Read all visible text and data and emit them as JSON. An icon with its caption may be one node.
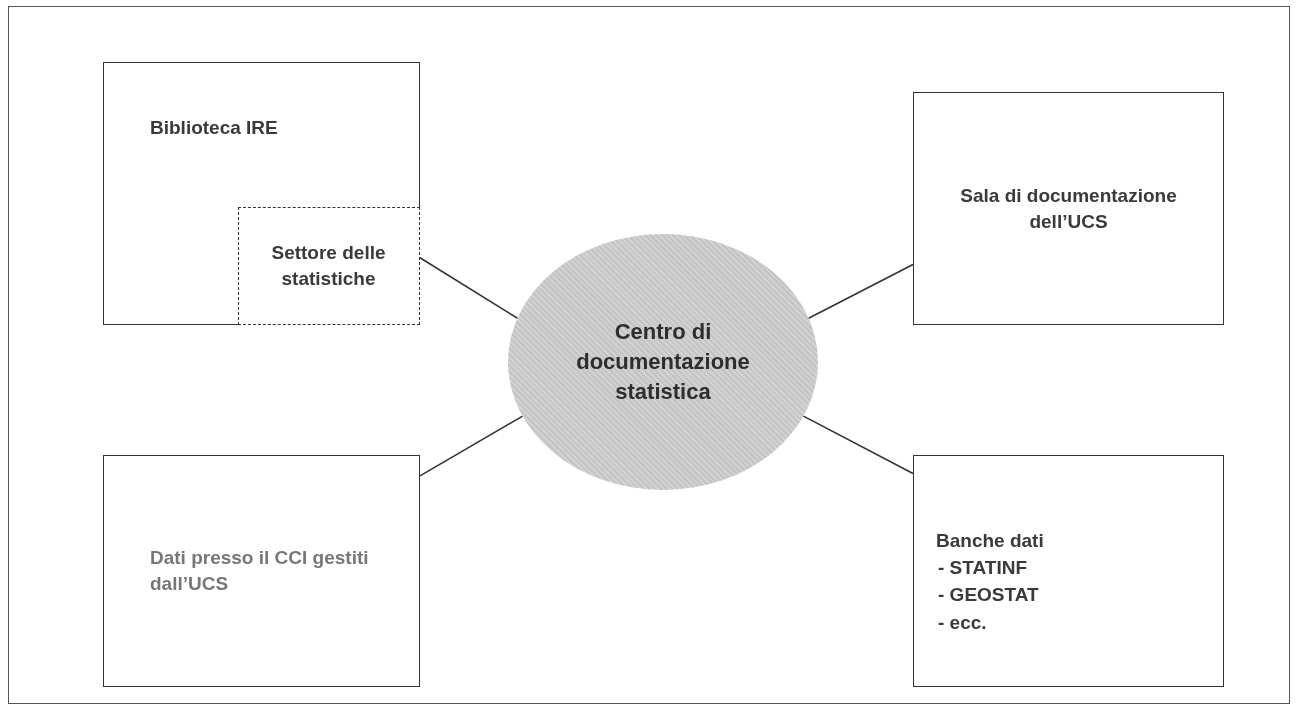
{
  "diagram": {
    "nodes": [
      {
        "text": [
          "Biblioteca IRE"
        ]
      },
      {
        "text": [
          "Settore delle statistiche"
        ],
        "in": 0
      },
      {
        "text": [
          "Sala di documentazione dell’UCS"
        ]
      },
      {
        "text": [
          "Centro di documentazione statistica"
        ]
      },
      {
        "text": [
          "Dati presso il CCI gestiti dall’UCS"
        ]
      },
      {
        "text": [
          "Banche dati",
          "- STATINF",
          "- GEOSTAT",
          "- ecc."
        ]
      }
    ],
    "edges": [
      {
        "from": 1,
        "to": 3,
        "arrow": "none"
      },
      {
        "from": 2,
        "to": 3,
        "arrow": "none"
      },
      {
        "from": 4,
        "to": 3,
        "arrow": "none"
      },
      {
        "from": 5,
        "to": 3,
        "arrow": "none"
      }
    ]
  }
}
